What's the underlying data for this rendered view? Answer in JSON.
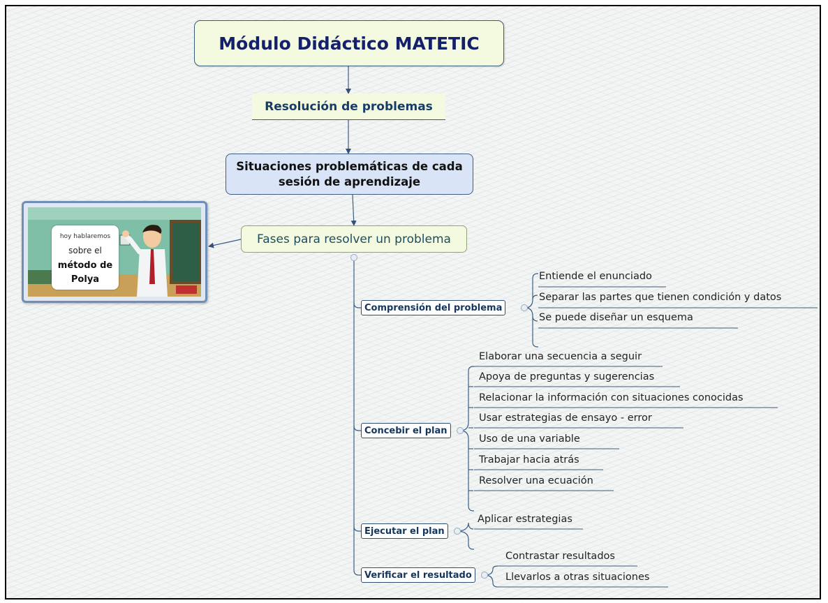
{
  "root": {
    "title": "Módulo Didáctico MATETIC"
  },
  "topic": {
    "label": "Resolución de problemas"
  },
  "situaciones": {
    "line1": "Situaciones problemáticas de cada",
    "line2": "sesión de aprendizaje"
  },
  "fases": {
    "label": "Fases para resolver un problema"
  },
  "image": {
    "caption_line1": "hoy hablaremos",
    "caption_line2": "sobre el",
    "caption_line3": "método de",
    "caption_line4": "Polya",
    "colors": {
      "wall": "#7fbfa8",
      "board": "#2f5e46",
      "floor": "#c8a058",
      "shirt": "#f2f4f6",
      "tie": "#b0202a"
    }
  },
  "phases": [
    {
      "label": "Comprensión del problema",
      "items": [
        "Entiende el enunciado",
        "Separar las partes que tienen condición y datos",
        "Se puede diseñar un esquema"
      ]
    },
    {
      "label": "Concebir el plan",
      "items": [
        "Elaborar una secuencia a seguir",
        "Apoya de preguntas y sugerencias",
        "Relacionar la información con situaciones conocidas",
        "Usar estrategias de ensayo - error",
        "Uso de una variable",
        "Trabajar hacia atrás",
        "Resolver una ecuación"
      ]
    },
    {
      "label": "Ejecutar el plan",
      "items": [
        "Aplicar estrategias"
      ]
    },
    {
      "label": "Verificar el resultado",
      "items": [
        "Contrastar resultados",
        "Llevarlos a otras situaciones"
      ]
    }
  ],
  "colors": {
    "root_fill": "#f4fadf",
    "situ_fill": "#d9e5f7",
    "line": "#3b5d86",
    "phase_text": "#14365c",
    "root_text": "#14206a"
  }
}
